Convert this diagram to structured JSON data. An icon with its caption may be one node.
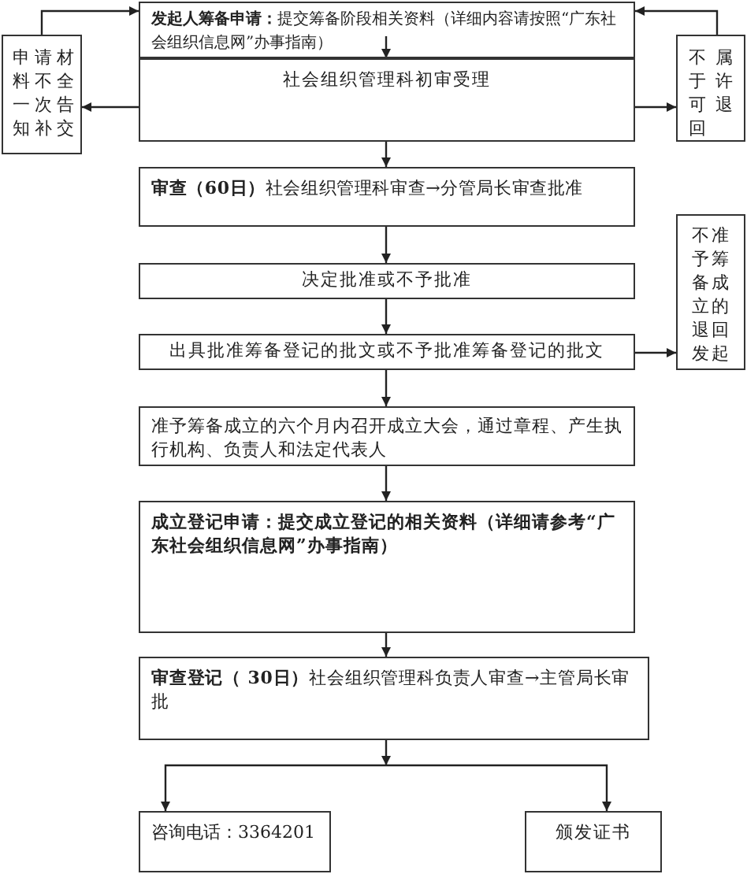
{
  "diagram": {
    "nodes": [
      {
        "text": [
          "**发起人筹备申请：**提交筹备阶段相关资料（详细内容请按照“广东社会组织信息网”办事指南）"
        ]
      },
      {
        "text": [
          "社会组织管理科初审受理"
        ]
      },
      {
        "text": [
          "申请材料不全一次告知补交"
        ]
      },
      {
        "text": [
          "不属于许可退回"
        ]
      },
      {
        "text": [
          "**审查（60日）**社会组织管理科审查→分管局长审查批准"
        ]
      },
      {
        "text": [
          "决定批准或不予批准"
        ]
      },
      {
        "text": [
          "出具批准筹备登记的批文或不予批准筹备登记的批文"
        ]
      },
      {
        "text": [
          "不准予筹备成立的退回发起"
        ]
      },
      {
        "text": [
          "准予筹备成立的六个月内召开成立大会，通过章程、产生执行机构、负责人和法定代表人"
        ]
      },
      {
        "text": [
          "成立登记申请：提交成立登记的相关资料（详细请参考“广东社会组织信息网”办事指南）"
        ]
      },
      {
        "text": [
          "**审查登记（ 30日）**社会组织管理科负责人审查→主管局长审批"
        ]
      },
      {
        "text": [
          "咨询电话：3364201"
        ]
      },
      {
        "text": [
          "颁发证书"
        ]
      }
    ],
    "edges": [
      {
        "from": 0,
        "to": 1,
        "arrow": "to"
      },
      {
        "from": 1,
        "to": 2,
        "arrow": "to"
      },
      {
        "from": 2,
        "to": 0,
        "arrow": "to"
      },
      {
        "from": 1,
        "to": 3,
        "arrow": "to"
      },
      {
        "from": 3,
        "to": 0,
        "arrow": "to"
      },
      {
        "from": 1,
        "to": 4,
        "arrow": "to"
      },
      {
        "from": 4,
        "to": 5,
        "arrow": "to"
      },
      {
        "from": 5,
        "to": 6,
        "arrow": "to"
      },
      {
        "from": 6,
        "to": 7,
        "arrow": "to"
      },
      {
        "from": 6,
        "to": 8,
        "arrow": "to"
      },
      {
        "from": 8,
        "to": 9,
        "arrow": "to"
      },
      {
        "from": 9,
        "to": 10,
        "arrow": "to"
      },
      {
        "from": 10,
        "to": 11,
        "arrow": "to"
      },
      {
        "from": 10,
        "to": 12,
        "arrow": "to"
      }
    ]
  }
}
